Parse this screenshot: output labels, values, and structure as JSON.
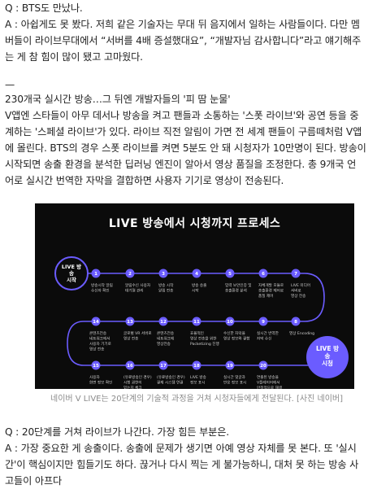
{
  "intro": {
    "lines": [
      "Q : BTS도 만났나.",
      "A : 아쉽게도 못 봤다. 저희 같은 기술자는 무대 뒤 음지에서 일하는 사람들이다. 다만 멤",
      "버들이 라이브무대에서 “서버를 4배 증설했대요”, “개발자님 감사합니다”라고 얘기해주",
      "는 게 참 힘이 많이 됐고 고마웠다."
    ]
  },
  "separator": "—",
  "section": {
    "lines": [
      "230개국 실시간 방송…그 뒤엔 개발자들의 '피 땀 눈물'",
      "V앱엔 스타들이 아무 데서나 방송을 켜고 팬들과 소통하는 '스폿 라이브'와 공연 등을 중",
      "계하는 '스페셜 라이브'가 있다. 라이브 직전 알림이 가면 전 세계 팬들이 구름떼처럼 V앱",
      "에 몰린다. BTS의 경우 스폿 라이브를 켜면 5분도 안 돼 시청자가 10만명이 된다. 방송이",
      "시작되면 송출 환경을 분석한 딥러닝 엔진이 알아서 영상 품질을 조정한다. 총 9개국 언",
      "어로 실시간 번역한 자막을 결합하면 사용자 기기로 영상이 전송된다."
    ]
  },
  "figure": {
    "title": "LIVE 방송에서 시청까지 프로세스",
    "start_label": [
      "LIVE 방",
      "송",
      "시작"
    ],
    "end_label": [
      "LIVE 방",
      "송",
      "시청"
    ],
    "rows": [
      {
        "nums": [
          "1",
          "2",
          "3",
          "4",
          "5",
          "6",
          "7"
        ],
        "labels": [
          [
            "방송시작 알림",
            "수신자 확인"
          ],
          [
            "알림수신 사용자",
            "대기열 관리"
          ],
          [
            "방송 시작",
            "알림 전송"
          ],
          [
            "방송 송출",
            "시작"
          ],
          [
            "입력 보안인증 및",
            "송출환경 분석"
          ],
          [
            "자체개발 모듈로",
            "송출환경 제어로",
            "품질 제어"
          ],
          [
            "LIVE 미디어",
            "서버로",
            "영상 전송"
          ]
        ]
      },
      {
        "nums": [
          "14",
          "13",
          "12",
          "11",
          "10",
          "9",
          "8"
        ],
        "labels": [
          [
            "콘텐츠전송",
            "네트워크에서",
            "사용자 기기로",
            "영상 전송"
          ],
          [
            "글로벌 VR 서버로",
            "영상 전송"
          ],
          [
            "콘텐츠전송",
            "네트워크에",
            "영상전송"
          ],
          [
            "효율적인",
            "영상 전송을 위한",
            "Packetizing 진행"
          ],
          [
            "수신한 자막을",
            "영상 정보와 결합"
          ],
          [
            "실시간 번역한",
            "자막 수신"
          ],
          [
            "영상 Encoding"
          ]
        ]
      },
      {
        "nums": [
          "15",
          "16",
          "17",
          "18",
          "19",
          "20"
        ],
        "labels": [
          [
            "사용자",
            "화면 정보 확인"
          ],
          [
            "(유료방송인 경우)",
            "시청 권한이",
            "있는지 체크"
          ],
          [
            "(유료방송인 경우)",
            "결제 시스템 연결"
          ],
          [
            "LIVE 방송",
            "정보 표시"
          ],
          [
            "실시간 댓글과",
            "반응 정보 표시"
          ],
          [
            "연출된 방송을",
            "V플레이어에서",
            "안정적으로 재생"
          ]
        ]
      }
    ]
  },
  "caption": "네이버 V LIVE는 20단계의 기술적 과정을 거쳐 시청자들에게 전달된다. [사진 네이버]",
  "outro": {
    "lines": [
      "Q : 20단계를 거쳐 라이브가 나간다. 가장 힘든 부분은.",
      "A : 가장 중요한 게 송출이다. 송출에 문제가 생기면 아예 영상 자체를 못 본다. 또 '실시",
      "간'이 핵심이지만 힘들기도 하다. 끊거나 다시 찍는 게 불가능하니, 대처 못 하는 방송 사",
      "고들이 아프다"
    ]
  },
  "colors": {
    "accent": "#6b5cff",
    "text": "#222222",
    "figure_bg": "#0b0b0b",
    "caption": "#8b8b8b"
  }
}
